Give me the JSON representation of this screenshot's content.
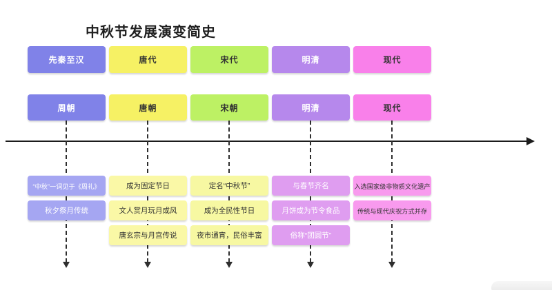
{
  "title": "中秋节发展演变简史",
  "timeline": {
    "direction": "left-to-right",
    "line_color": "#1c1c1c",
    "connector_color": "#2e2e2e"
  },
  "columns": [
    {
      "period": "先秦至汉",
      "era": "周朝",
      "items": [
        "“中秋”一词见于《周礼》",
        "秋夕祭月传统"
      ],
      "colors": {
        "header_bg": "#8082e8",
        "header_fg": "#ffffff",
        "item_bg": "#a5a6f2",
        "item_fg": "#ffffff"
      }
    },
    {
      "period": "唐代",
      "era": "唐朝",
      "items": [
        "成为固定节日",
        "文人赏月玩月成风",
        "唐玄宗与月宫传说"
      ],
      "colors": {
        "header_bg": "#f6f164",
        "header_fg": "#333333",
        "item_bg": "#faf8a6",
        "item_fg": "#333333"
      }
    },
    {
      "period": "宋代",
      "era": "宋朝",
      "items": [
        "定名“中秋节”",
        "成为全民性节日",
        "夜市通宵，民俗丰富"
      ],
      "colors": {
        "header_bg": "#bdf164",
        "header_fg": "#333333",
        "item_bg": "#f7f8a2",
        "item_fg": "#333333"
      }
    },
    {
      "period": "明清",
      "era": "明清",
      "items": [
        "与春节齐名",
        "月饼成为节令食品",
        "俗称“团圆节”"
      ],
      "colors": {
        "header_bg": "#b688ec",
        "header_fg": "#ffffff",
        "item_bg": "#df9df0",
        "item_fg": "#ffffff"
      }
    },
    {
      "period": "现代",
      "era": "现代",
      "items": [
        "入选国家级非物质文化遗产",
        "传统与现代庆祝方式并存"
      ],
      "colors": {
        "header_bg": "#f980ea",
        "header_fg": "#333333",
        "item_bg": "#f89aee",
        "item_fg": "#333333"
      }
    }
  ]
}
